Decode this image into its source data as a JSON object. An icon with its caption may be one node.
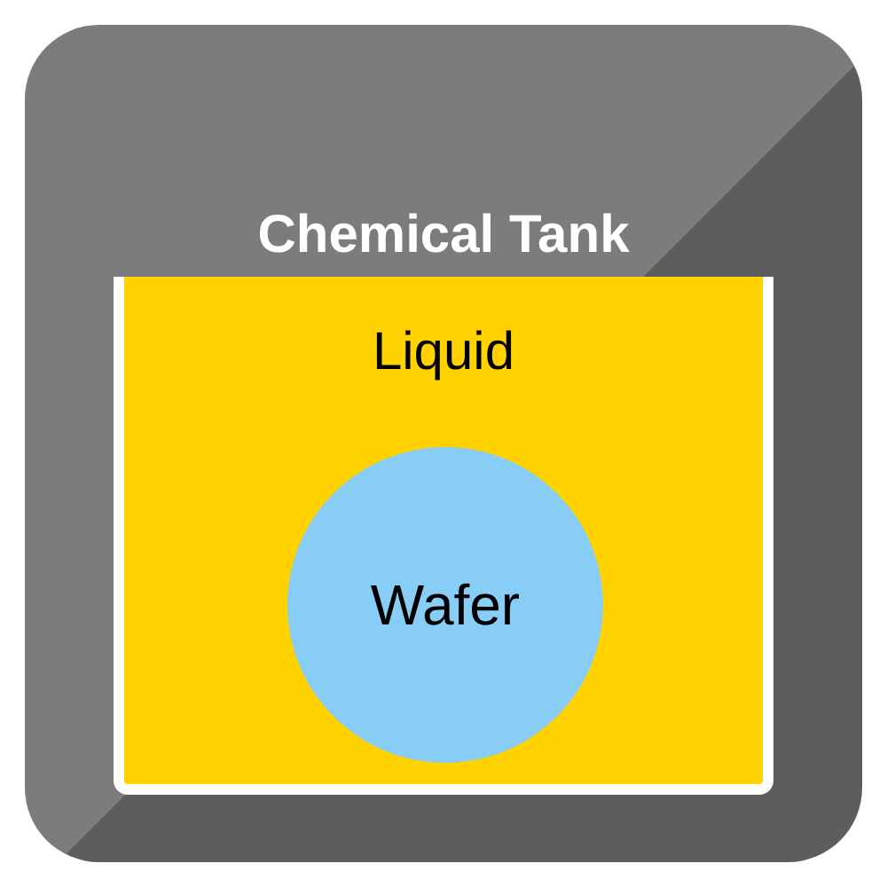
{
  "diagram": {
    "nodes": [
      {
        "text": [
          "Chemical Tank"
        ]
      },
      {
        "text": [
          "Liquid"
        ],
        "in": 0
      },
      {
        "text": [
          "Wafer"
        ],
        "in": 1
      }
    ],
    "edges": []
  }
}
